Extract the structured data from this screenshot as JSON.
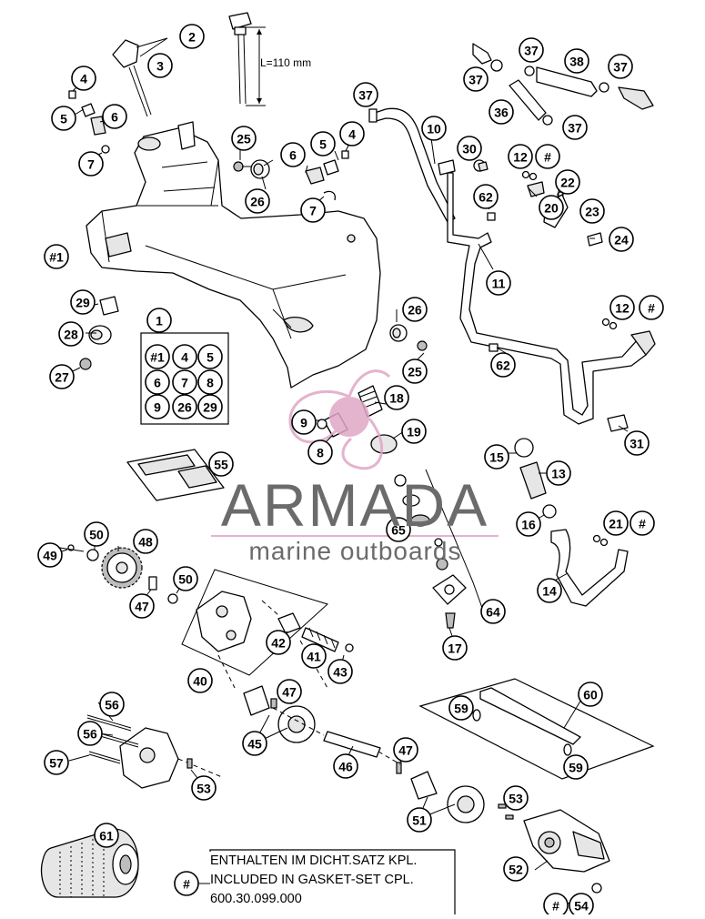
{
  "callouts": {
    "c2": "2",
    "c3": "3",
    "c4a": "4",
    "c5a": "5",
    "c6a": "6",
    "c7a": "7",
    "c25a": "25",
    "c26a": "26",
    "c6b": "6",
    "c5b": "5",
    "c4b": "4",
    "c7b": "7",
    "c37a": "37",
    "c10": "10",
    "c30": "30",
    "c62a": "62",
    "c37b": "37",
    "c38": "38",
    "c37c": "37",
    "c37d": "37",
    "c36": "36",
    "c37e": "37",
    "c12a": "12",
    "hashA": "#",
    "c20": "20",
    "c22": "22",
    "c23": "23",
    "c24": "24",
    "c1hash": "#1",
    "c11": "11",
    "c12b": "12",
    "hashB": "#",
    "c62b": "62",
    "c29": "29",
    "c28": "28",
    "c27": "27",
    "c1": "1",
    "k_hash1": "#1",
    "k4": "4",
    "k5": "5",
    "k6": "6",
    "k7": "7",
    "k8": "8",
    "k9": "9",
    "k26": "26",
    "k29": "29",
    "c26b": "26",
    "c25b": "25",
    "c18": "18",
    "c9": "9",
    "c8": "8",
    "c19": "19",
    "c31": "31",
    "c55": "55",
    "c15": "15",
    "c13": "13",
    "c16": "16",
    "c21": "21",
    "hashC": "#",
    "c14": "14",
    "c65": "65",
    "c64": "64",
    "c17": "17",
    "c49": "49",
    "c50a": "50",
    "c48": "48",
    "c50b": "50",
    "c47a": "47",
    "c42": "42",
    "c41": "41",
    "c43": "43",
    "c40": "40",
    "c47b": "47",
    "c45": "45",
    "c56a": "56",
    "c56b": "56",
    "c57": "57",
    "c53a": "53",
    "c46": "46",
    "c47c": "47",
    "c60": "60",
    "c59a": "59",
    "c59b": "59",
    "c51": "51",
    "c53b": "53",
    "c61": "61",
    "c52": "52",
    "noteHash": "#",
    "hashD": "#",
    "c54": "54"
  },
  "dimension_label": "L=110 mm",
  "watermark": {
    "name": "ARMADA",
    "tagline": "marine outboards",
    "accent_color": "#e0a6c6",
    "text_color": "#6b6b6b"
  },
  "note_lines": [
    "ENTHALTEN IM DICHT.SATZ KPL.",
    "INCLUDED IN GASKET-SET CPL.",
    "600.30.099.000"
  ]
}
